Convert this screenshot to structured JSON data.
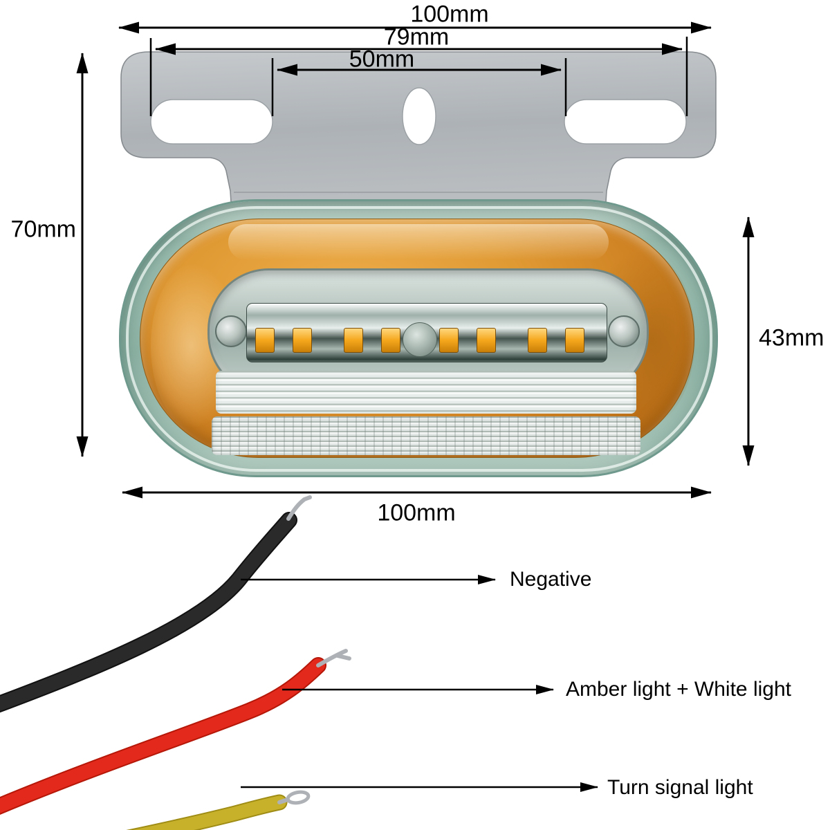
{
  "diagram_type": "product-dimension-diagram",
  "dimensions": {
    "overall_width_top": "100mm",
    "mount_slot_outer_spacing": "79mm",
    "mount_slot_inner_spacing": "50mm",
    "overall_height": "70mm",
    "lamp_height": "43mm",
    "lamp_width_bottom": "100mm"
  },
  "wires": [
    {
      "name": "black-wire",
      "color": "#262626",
      "label": "Negative"
    },
    {
      "name": "red-wire",
      "color": "#e3291b",
      "label": "Amber light + White light"
    },
    {
      "name": "yellow-wire",
      "color": "#c7b12b",
      "label": "Turn signal light"
    }
  ],
  "colors": {
    "background": "#ffffff",
    "annotation": "#000000",
    "bracket_metal": "#b4b8bc",
    "lens_teal": "#8fb4a6",
    "lamp_amber": "#d88c26",
    "led_amber": "#f5a623",
    "metal_tip": "#aeb2b6"
  },
  "icons": {
    "dimension_arrow": "double-headed-arrow",
    "annotation_arrow": "right-arrow"
  }
}
